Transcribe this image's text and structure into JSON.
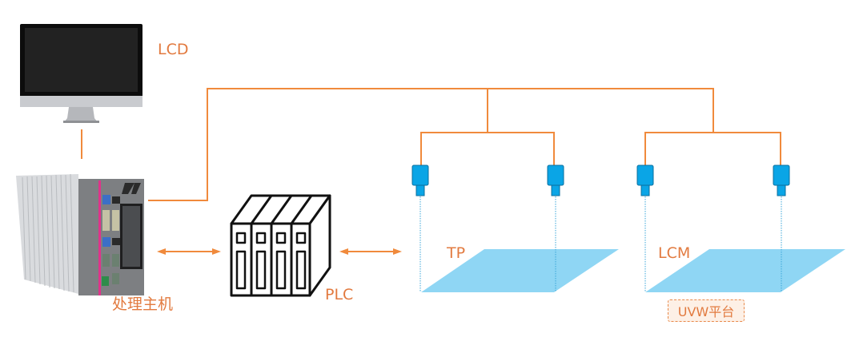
{
  "diagram": {
    "nodes": {
      "lcd": {
        "label": "LCD"
      },
      "host": {
        "label": "处理主机"
      },
      "plc": {
        "label": "PLC"
      },
      "tp": {
        "label": "TP"
      },
      "lcm": {
        "label": "LCM"
      },
      "platform": {
        "label": "UVW平台"
      }
    },
    "cameras": [
      {
        "group": "TP",
        "id": "camera-1"
      },
      {
        "group": "TP",
        "id": "camera-2"
      },
      {
        "group": "LCM",
        "id": "camera-3"
      },
      {
        "group": "LCM",
        "id": "camera-4"
      }
    ],
    "colors": {
      "connector": "#f08a3c",
      "label": "#e27a3f",
      "camera": "#0aa5e6",
      "panel": "#8fd6f4"
    }
  }
}
